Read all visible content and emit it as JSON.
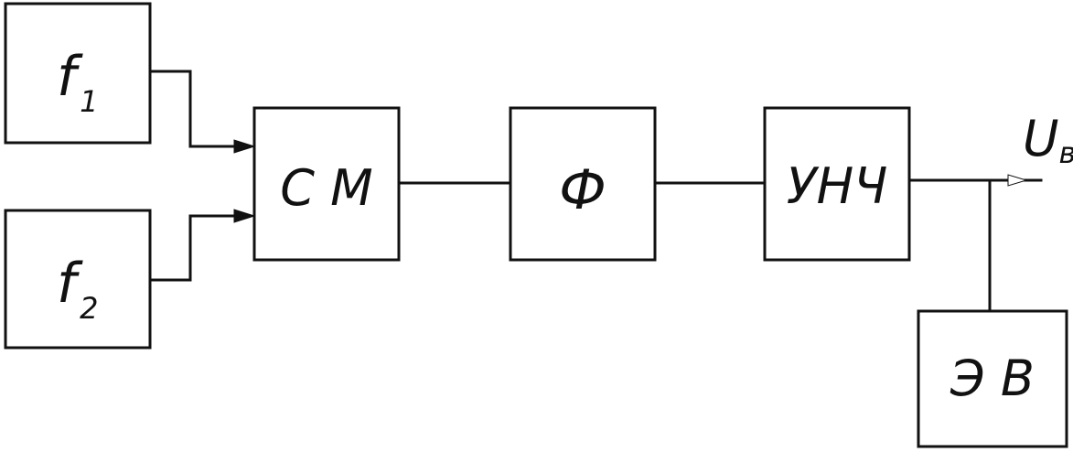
{
  "blocks": {
    "f1": {
      "main": "f",
      "sub": "1"
    },
    "f2": {
      "main": "f",
      "sub": "2"
    },
    "mixer": "С М",
    "filter": "Ф",
    "amplifier": "УНЧ",
    "meter": "Э В"
  },
  "output": {
    "main": "U",
    "sub": "в"
  },
  "colors": {
    "ink": "#111111",
    "paper": "#ffffff"
  }
}
